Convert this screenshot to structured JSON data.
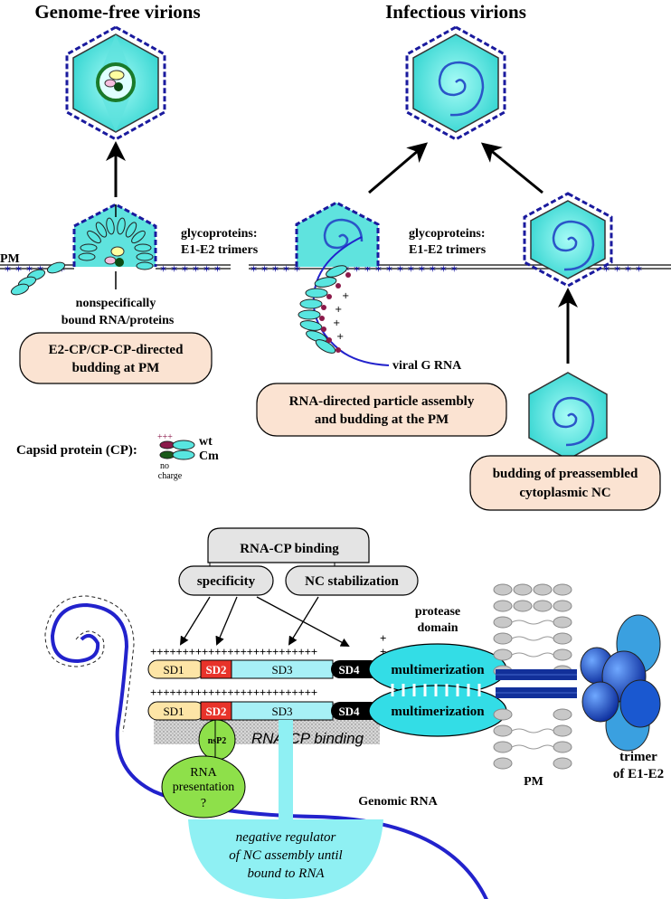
{
  "titles": {
    "left": "Genome-free virions",
    "right": "Infectious virions"
  },
  "labels": {
    "pm": "PM",
    "glyco_line1": "glycoproteins:",
    "glyco_line2": "E1-E2 trimers",
    "nonspecific_line1": "nonspecifically",
    "nonspecific_line2": "bound RNA/proteins",
    "viral_g_rna": "viral G RNA",
    "capsid_protein": "Capsid protein (CP):",
    "wt": "wt",
    "cm": "Cm",
    "no": "no",
    "charge": "charge",
    "plus_marks": "+++"
  },
  "boxes": {
    "e2cp_line1": "E2-CP/CP-CP-directed",
    "e2cp_line2": "budding at PM",
    "rna_directed_line1": "RNA-directed particle assembly",
    "rna_directed_line2": "and budding at the PM",
    "preassembled_line1": "budding of preassembled",
    "preassembled_line2": "cytoplasmic NC"
  },
  "bottom": {
    "rna_cp_binding": "RNA-CP binding",
    "specificity": "specificity",
    "nc_stabilization": "NC stabilization",
    "protease_line1": "protease",
    "protease_line2": "domain",
    "multimerization": "multimerization",
    "sd1": "SD1",
    "sd2": "SD2",
    "sd3": "SD3",
    "sd4": "SD4",
    "plus_row": "++++++++++++++++++++++++++",
    "nsp2": "nsP2",
    "rna_cp_binding_italic": "RNA-CP binding",
    "rna_presentation_line1": "RNA",
    "rna_presentation_line2": "presentation",
    "question": "?",
    "genomic_rna": "Genomic RNA",
    "pm": "PM",
    "trimer_line1": "trimer",
    "trimer_line2": "of E1-E2",
    "neg_reg_line1": "negative regulator",
    "neg_reg_line2": "of NC assembly until",
    "neg_reg_line3": "bound to RNA"
  },
  "colors": {
    "capsid_cyan": "#40e0d0",
    "glyco_blue": "#1a1a9e",
    "rna_blue": "#2222cc",
    "box_fill": "#fbe3d2",
    "gray_box": "#e4e4e4",
    "sd1": "#fde5a6",
    "sd2": "#e8332a",
    "sd3": "#a7f0f6",
    "sd4": "#000000",
    "multimer": "#33dde6",
    "green": "#8ee04a",
    "neg_reg": "#8ff0f3"
  }
}
